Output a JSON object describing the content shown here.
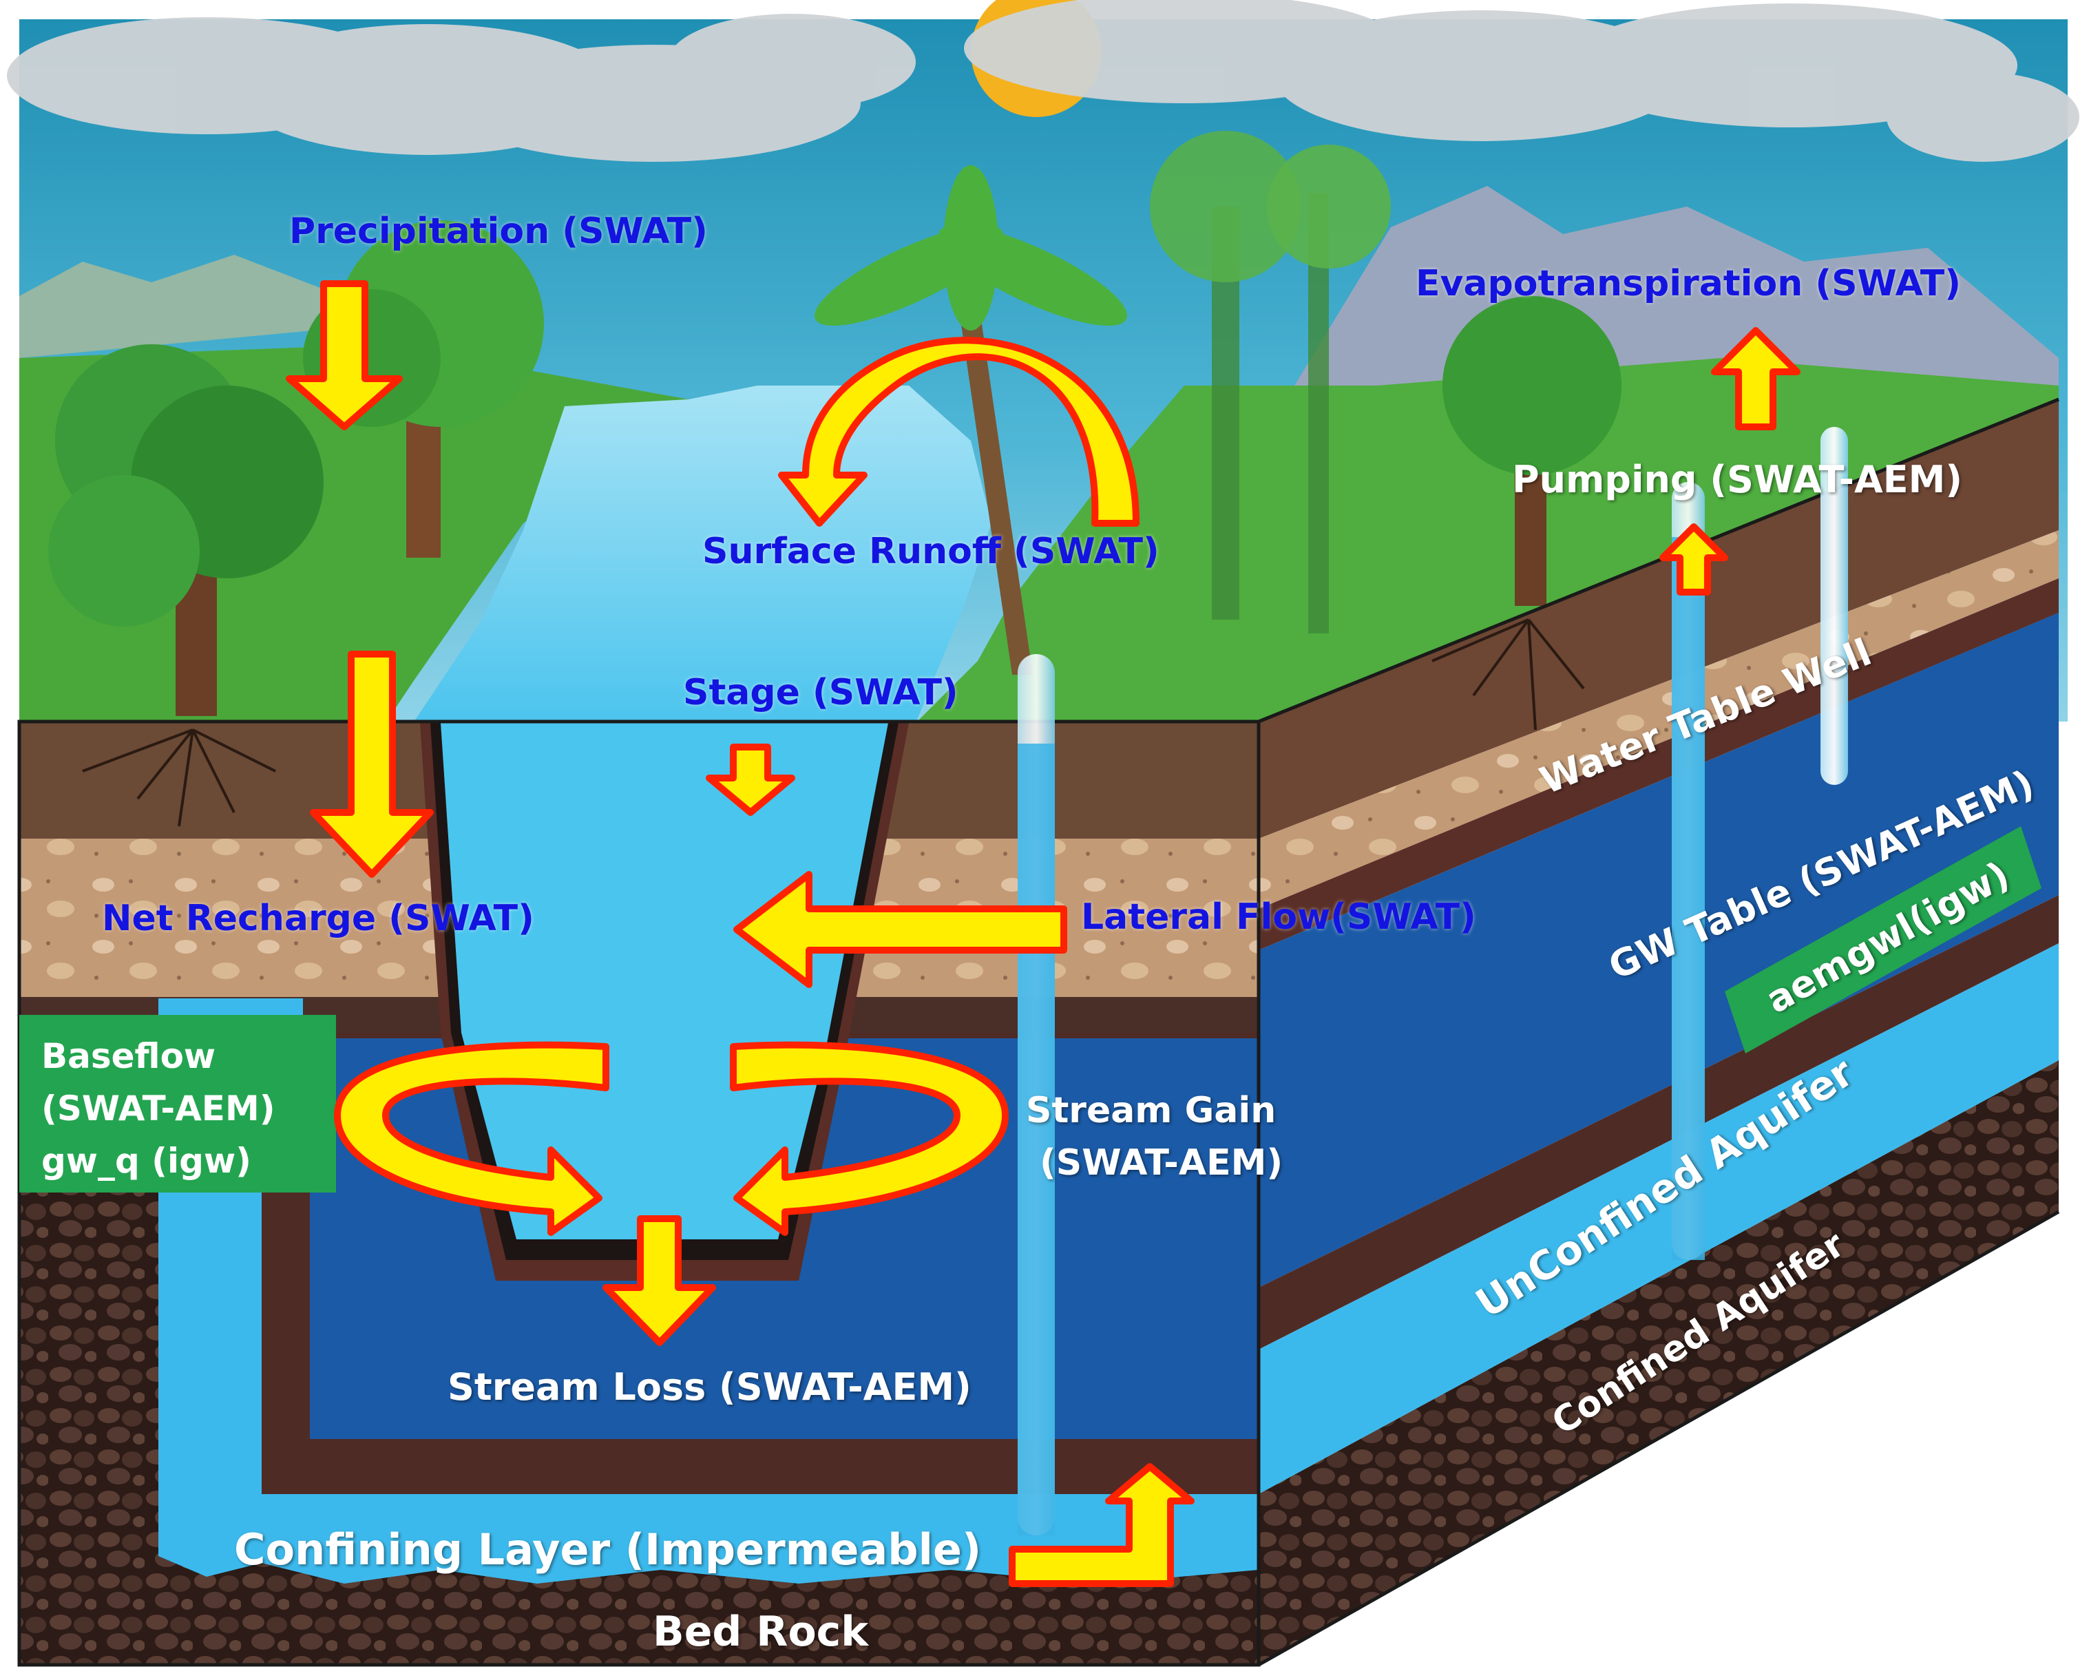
{
  "labels": {
    "precipitation": "Precipitation (SWAT)",
    "evapotranspiration": "Evapotranspiration (SWAT)",
    "surface_runoff": "Surface Runoff (SWAT)",
    "pumping": "Pumping (SWAT-AEM)",
    "stage": "Stage (SWAT)",
    "net_recharge": "Net Recharge (SWAT)",
    "lateral_flow": "Lateral Flow(SWAT)",
    "baseflow_line1": "Baseflow",
    "baseflow_line2": "(SWAT-AEM)",
    "baseflow_line3": "gw_q (igw)",
    "stream_gain_line1": "Stream Gain",
    "stream_gain_line2": "(SWAT-AEM)",
    "stream_loss": "Stream Loss (SWAT-AEM)",
    "confining_layer": "Confining Layer (Impermeable)",
    "bed_rock": "Bed Rock",
    "water_table_well": "Water Table Well",
    "gw_table": "GW Table (SWAT-AEM)",
    "aemgwl": "aemgwl(igw)",
    "unconfined_aquifer": "UnConfined Aquifer",
    "confined_aquifer": "Confined Aquifer"
  },
  "colors": {
    "arrow_fill": "#ffee00",
    "arrow_stroke": "#ff2200",
    "label_blue": "#1414e0",
    "green_box": "#23a450",
    "aquifer_dark": "#1a5da8",
    "aquifer_light": "#39b8ea",
    "soil_dark": "#6b4a36",
    "soil_light": "#c79a74",
    "bedrock": "#3a2620"
  }
}
